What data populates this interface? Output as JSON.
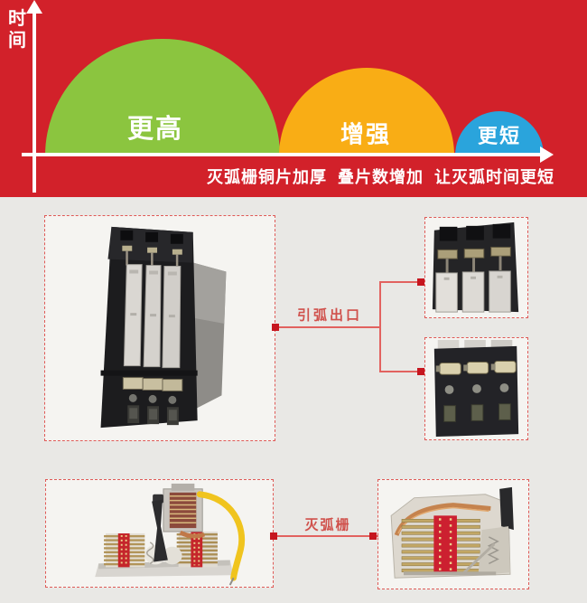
{
  "hero": {
    "bg_color": "#d2212a",
    "axis_color": "#ffffff",
    "axis_label": "时间",
    "caption": "灭弧栅铜片加厚  叠片数增加  让灭弧时间更短",
    "bubbles": [
      {
        "label": "更高",
        "color": "#8bc53f"
      },
      {
        "label": "增强",
        "color": "#f9ad15"
      },
      {
        "label": "更短",
        "color": "#2aa4dc"
      }
    ]
  },
  "chart_data": {
    "type": "area",
    "title": "",
    "ylabel": "时间",
    "xlabel": "",
    "categories": [
      "更高",
      "增强",
      "更短"
    ],
    "bubble_relative_sizes": [
      130,
      97,
      49
    ],
    "annotation": "灭弧栅铜片加厚  叠片数增加  让灭弧时间更短"
  },
  "callouts": [
    {
      "label": "引弧出口"
    },
    {
      "label": "灭弧栅"
    }
  ],
  "accent_red": "#c6161f",
  "dashed_border_color": "#df5a57",
  "background_gray": "#e9e8e5"
}
